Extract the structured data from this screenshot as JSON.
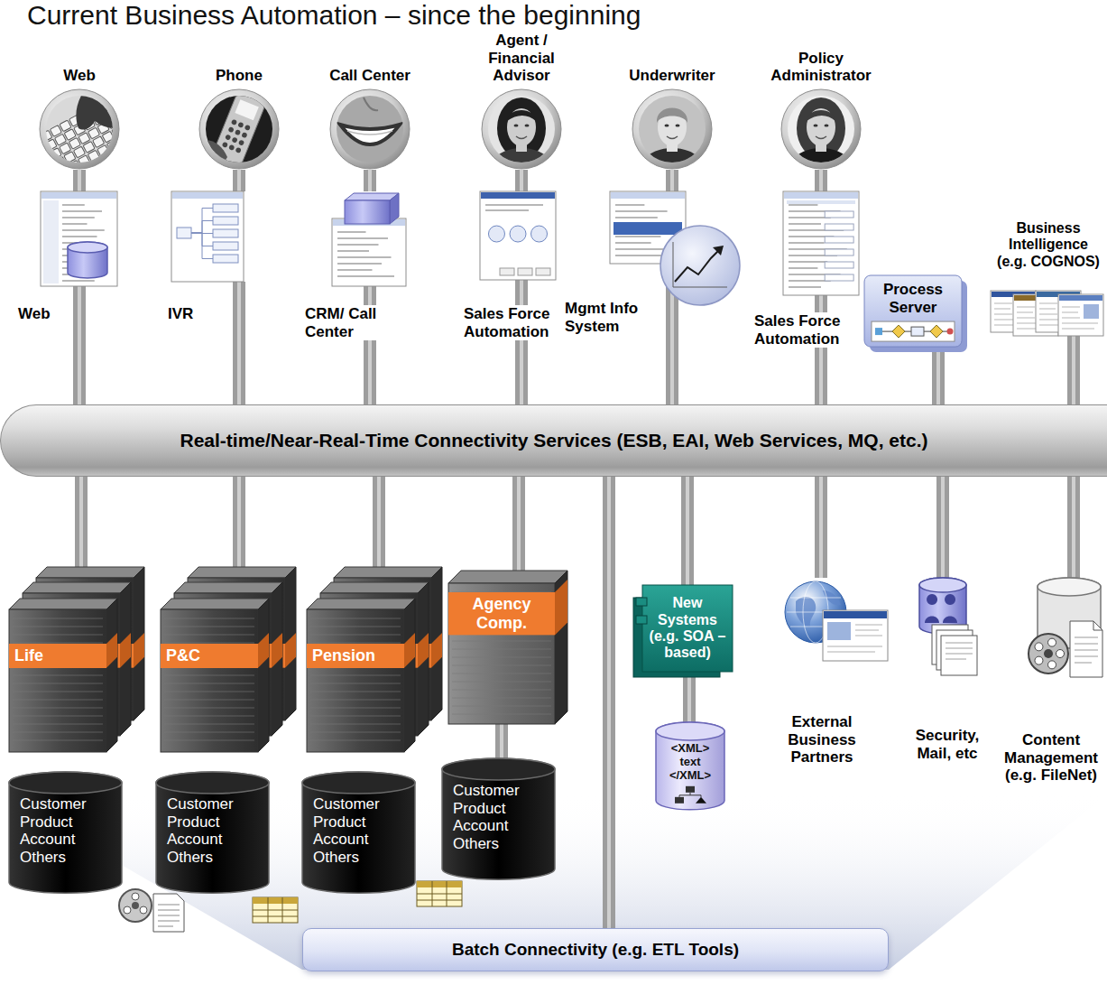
{
  "diagram": {
    "title": "Current Business Automation – since the beginning",
    "nodes": [
      {
        "text": [
          "Web"
        ]
      },
      {
        "text": [
          "Phone"
        ]
      },
      {
        "text": [
          "Call Center"
        ]
      },
      {
        "text": [
          "Agent / Financial Advisor"
        ]
      },
      {
        "text": [
          "Underwriter"
        ]
      },
      {
        "text": [
          "Policy Administrator"
        ]
      },
      {
        "text": [
          "Web"
        ]
      },
      {
        "text": [
          "IVR"
        ]
      },
      {
        "text": [
          "CRM/ Call Center"
        ]
      },
      {
        "text": [
          "Sales Force Automation"
        ]
      },
      {
        "text": [
          "Mgmt Info System"
        ]
      },
      {
        "text": [
          "Sales Force Automation"
        ]
      },
      {
        "text": [
          "Process Server"
        ]
      },
      {
        "text": [
          "Business Intelligence (e.g. COGNOS)"
        ]
      },
      {
        "text": [
          "Real-time/Near-Real-Time Connectivity Services (ESB, EAI, Web Services, MQ, etc.)"
        ]
      },
      {
        "text": [
          "Life"
        ]
      },
      {
        "text": [
          "P&C"
        ]
      },
      {
        "text": [
          "Pension"
        ]
      },
      {
        "text": [
          "Agency Comp."
        ]
      },
      {
        "text": [
          "Customer Product Account Others"
        ]
      },
      {
        "text": [
          "Customer Product Account Others"
        ]
      },
      {
        "text": [
          "Customer Product Account Others"
        ]
      },
      {
        "text": [
          "Customer Product Account Others"
        ]
      },
      {
        "text": [
          "New Systems (e.g. SOA –based)"
        ]
      },
      {
        "text": [
          "<XML> text </XML>"
        ]
      },
      {
        "text": [
          "External Business Partners"
        ]
      },
      {
        "text": [
          "Security, Mail, etc"
        ]
      },
      {
        "text": [
          "Content Management (e.g. FileNet)"
        ]
      },
      {
        "text": [
          "Batch Connectivity (e.g. ETL Tools)"
        ]
      }
    ],
    "edges": [
      {
        "from": 0,
        "to": 6,
        "arrow": "none"
      },
      {
        "from": 1,
        "to": 7,
        "arrow": "none"
      },
      {
        "from": 2,
        "to": 8,
        "arrow": "none"
      },
      {
        "from": 3,
        "to": 9,
        "arrow": "none"
      },
      {
        "from": 4,
        "to": 10,
        "arrow": "none"
      },
      {
        "from": 5,
        "to": 11,
        "arrow": "none"
      },
      {
        "from": 6,
        "to": 14,
        "arrow": "none"
      },
      {
        "from": 7,
        "to": 14,
        "arrow": "none"
      },
      {
        "from": 8,
        "to": 14,
        "arrow": "none"
      },
      {
        "from": 9,
        "to": 14,
        "arrow": "none"
      },
      {
        "from": 10,
        "to": 14,
        "arrow": "none"
      },
      {
        "from": 11,
        "to": 14,
        "arrow": "none"
      },
      {
        "from": 12,
        "to": 14,
        "arrow": "none"
      },
      {
        "from": 13,
        "to": 14,
        "arrow": "none"
      },
      {
        "from": 14,
        "to": 15,
        "arrow": "none"
      },
      {
        "from": 14,
        "to": 16,
        "arrow": "none"
      },
      {
        "from": 14,
        "to": 17,
        "arrow": "none"
      },
      {
        "from": 14,
        "to": 18,
        "arrow": "none"
      },
      {
        "from": 14,
        "to": 28,
        "arrow": "none"
      },
      {
        "from": 14,
        "to": 23,
        "arrow": "none"
      },
      {
        "from": 14,
        "to": 25,
        "arrow": "none"
      },
      {
        "from": 14,
        "to": 26,
        "arrow": "none"
      },
      {
        "from": 14,
        "to": 27,
        "arrow": "none"
      },
      {
        "from": 18,
        "to": 22,
        "arrow": "none"
      },
      {
        "from": 23,
        "to": 24,
        "arrow": "none"
      }
    ]
  }
}
